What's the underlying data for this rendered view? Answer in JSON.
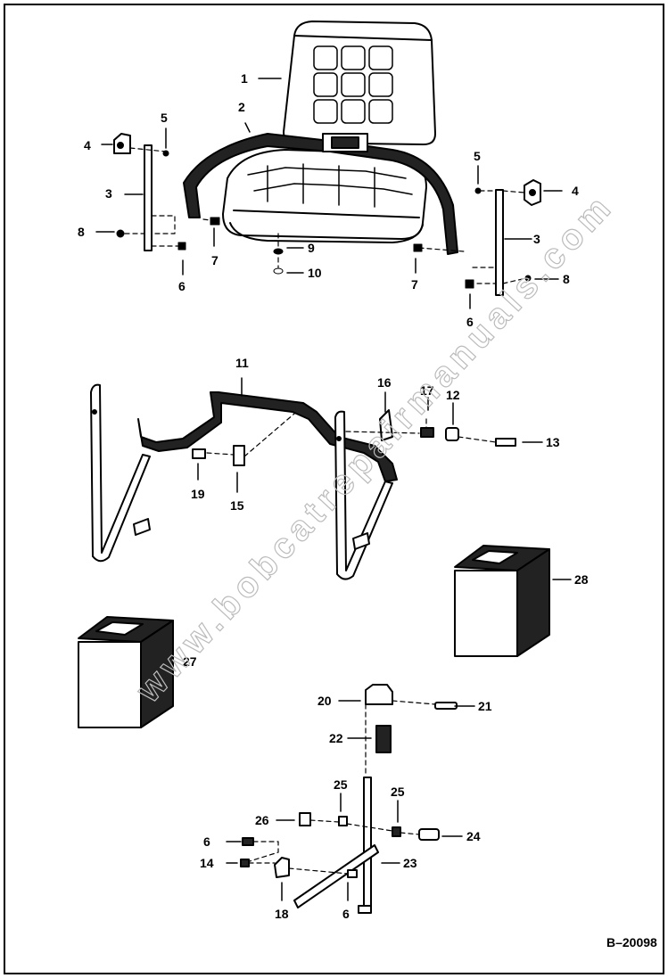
{
  "diagram": {
    "code": "B–20098",
    "watermark": "www.bobcatrepairmanuals.com",
    "callouts": {
      "c1": "1",
      "c2": "2",
      "c3a": "3",
      "c3b": "3",
      "c4a": "4",
      "c4b": "4",
      "c5a": "5",
      "c5b": "5",
      "c6a": "6",
      "c6b": "6",
      "c6c": "6",
      "c6d": "6",
      "c7a": "7",
      "c7b": "7",
      "c8a": "8",
      "c8b": "8",
      "c9": "9",
      "c10": "10",
      "c11": "11",
      "c12": "12",
      "c13": "13",
      "c14": "14",
      "c15": "15",
      "c16": "16",
      "c17": "17",
      "c18": "18",
      "c19": "19",
      "c20": "20",
      "c21": "21",
      "c22": "22",
      "c23": "23",
      "c24": "24",
      "c25a": "25",
      "c25b": "25",
      "c26": "26",
      "c27": "27",
      "c28": "28"
    }
  }
}
